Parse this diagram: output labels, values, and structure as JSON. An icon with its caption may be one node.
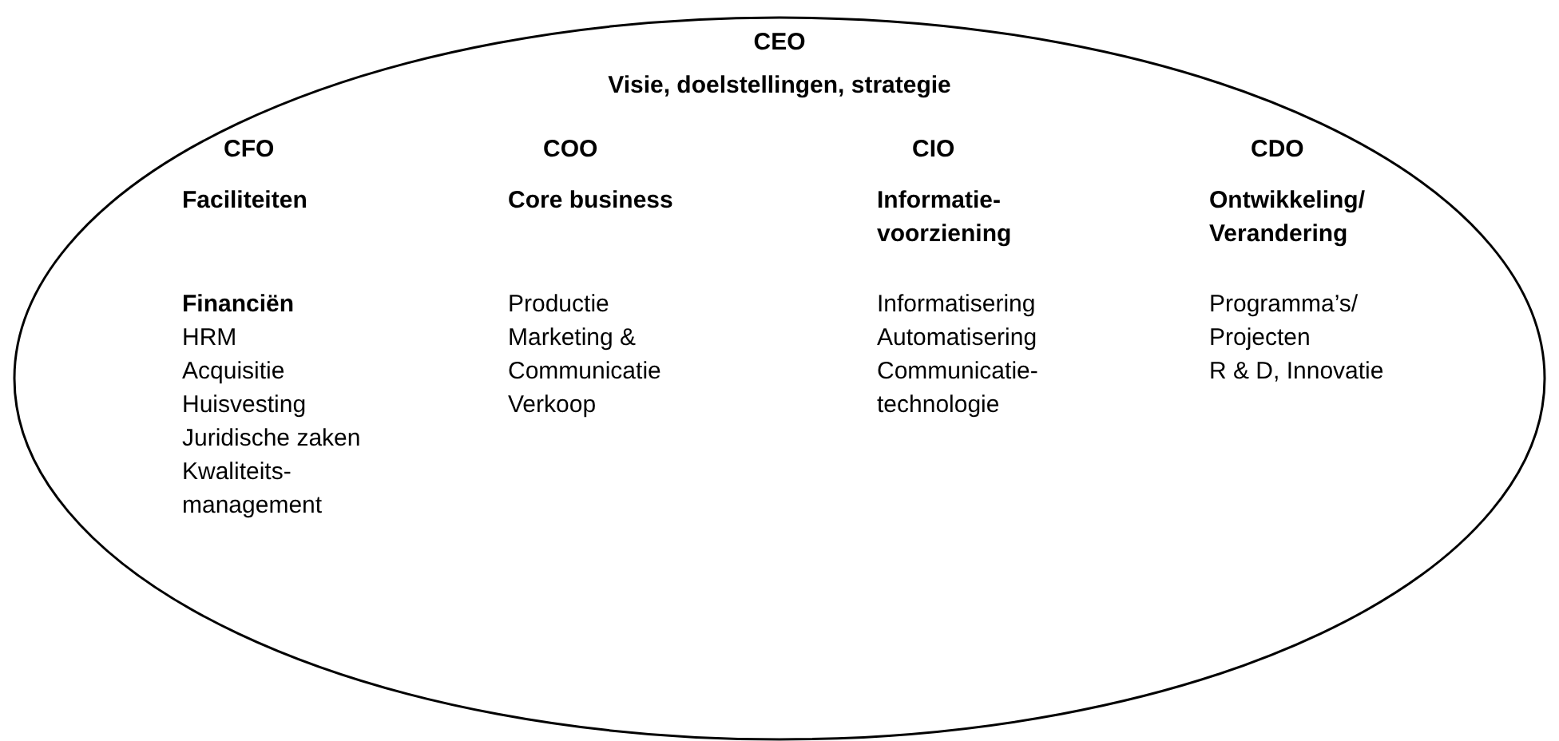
{
  "diagram": {
    "nodes": [
      {
        "text": [
          "CEO",
          "Visie, doelstellingen, strategie"
        ]
      }
    ],
    "edges": [],
    "labels": [
      "CFO",
      "Faciliteiten",
      "Financiën",
      "HRM",
      "Acquisitie",
      "Huisvesting",
      "Juridische zaken",
      "Kwaliteits- management",
      "COO",
      "Core business",
      "Productie",
      "Marketing & Communicatie",
      "Verkoop",
      "CIO",
      "Informatie- voorziening",
      "Informatisering",
      "Automatisering",
      "Communicatie- technologie",
      "CDO",
      "Ontwikkeling/ Verandering",
      "Programma’s/ Projecten",
      "R & D, Innovatie"
    ]
  }
}
